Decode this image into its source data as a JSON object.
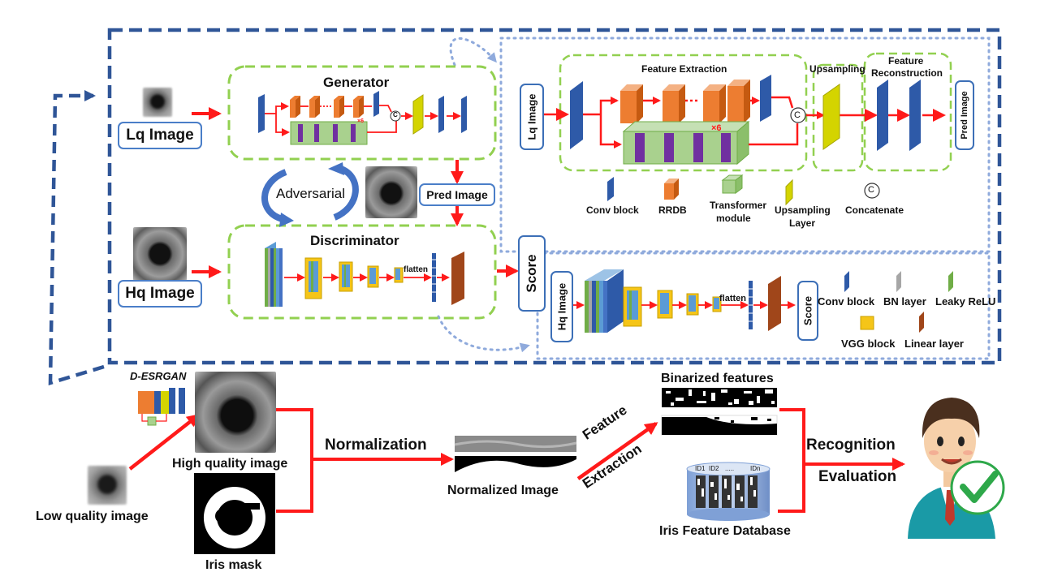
{
  "labels": {
    "lq_image": "Lq Image",
    "hq_image": "Hq Image",
    "generator": "Generator",
    "discriminator": "Discriminator",
    "adversarial": "Adversarial",
    "pred_image": "Pred Image",
    "score": "Score",
    "flatten": "flatten",
    "times6": "×6",
    "concat_glyph": "C"
  },
  "gen_detail": {
    "input": "Lq Image",
    "feature_extraction": "Feature Extraction",
    "upsampling": "Upsampling",
    "feature_reconstruction_line1": "Feature",
    "feature_reconstruction_line2": "Reconstruction",
    "output": "Pred Image",
    "times6": "×6",
    "legend": {
      "conv_block": "Conv block",
      "rrdb": "RRDB",
      "transformer_line1": "Transformer",
      "transformer_line2": "module",
      "upsampling_line1": "Upsampling",
      "upsampling_line2": "Layer",
      "concatenate": "Concatenate"
    }
  },
  "disc_detail": {
    "input": "Hq Image",
    "flatten": "flatten",
    "output": "Score",
    "legend": {
      "conv_block": "Conv block",
      "bn_layer": "BN layer",
      "leaky_relu": "Leaky ReLU",
      "vgg_block": "VGG block",
      "linear_layer": "Linear layer"
    }
  },
  "pipeline": {
    "model_name": "D-ESRGAN",
    "low_quality": "Low quality image",
    "high_quality": "High quality image",
    "iris_mask": "Iris mask",
    "normalization": "Normalization",
    "normalized_image": "Normalized Image",
    "feature_extraction_line1": "Feature",
    "feature_extraction_line2": "Extraction",
    "binarized_features": "Binarized features",
    "recognition": "Recognition",
    "evaluation": "Evaluation",
    "iris_db": "Iris Feature Database",
    "db_ids": [
      "ID1",
      "ID2",
      ".....",
      "IDn"
    ]
  },
  "colors": {
    "outer_dashed": "#2f5597",
    "arrow_red": "#ff1a1a",
    "green_dashed": "#92d050",
    "light_blue_dotted": "#8faadc",
    "conv_blue": "#2e5aa8",
    "rrdb_orange": "#ed7d31",
    "transformer_green": "#a9d18e",
    "upsampling_yellow": "#d4d400",
    "vgg_gold": "#f5c518",
    "linear_brown": "#a0461a",
    "bn_gray": "#a6a6a6",
    "leaky_green": "#70ad47",
    "check_green": "#2ea84a"
  }
}
